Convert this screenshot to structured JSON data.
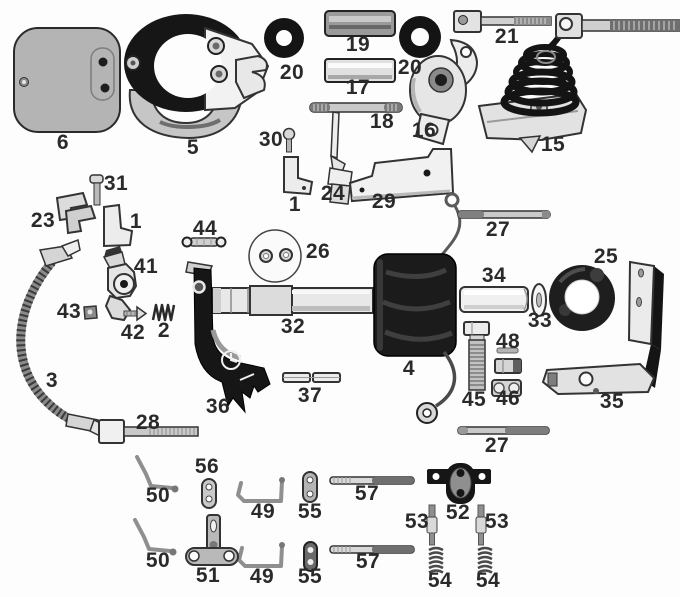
{
  "canvas": {
    "background": "#fdfdfd",
    "ink": "#1a1a1a",
    "metal_light": "#e8e8e8",
    "metal_dark": "#161616"
  },
  "part_labels": {
    "1": "1",
    "2": "2",
    "3": "3",
    "4": "4",
    "5": "5",
    "6": "6",
    "15": "15",
    "16": "16",
    "17": "17",
    "18": "18",
    "19": "19",
    "20": "20",
    "21": "21",
    "23": "23",
    "24": "24",
    "25": "25",
    "26": "26",
    "27": "27",
    "28": "28",
    "29": "29",
    "30": "30",
    "31": "31",
    "32": "32",
    "33": "33",
    "34": "34",
    "35": "35",
    "36": "36",
    "37": "37",
    "41": "41",
    "42": "42",
    "43": "43",
    "44": "44",
    "45": "45",
    "46": "46",
    "48": "48",
    "49": "49",
    "50": "50",
    "51": "51",
    "52": "52",
    "53": "53",
    "54": "54",
    "55": "55",
    "56": "56",
    "57": "57"
  }
}
